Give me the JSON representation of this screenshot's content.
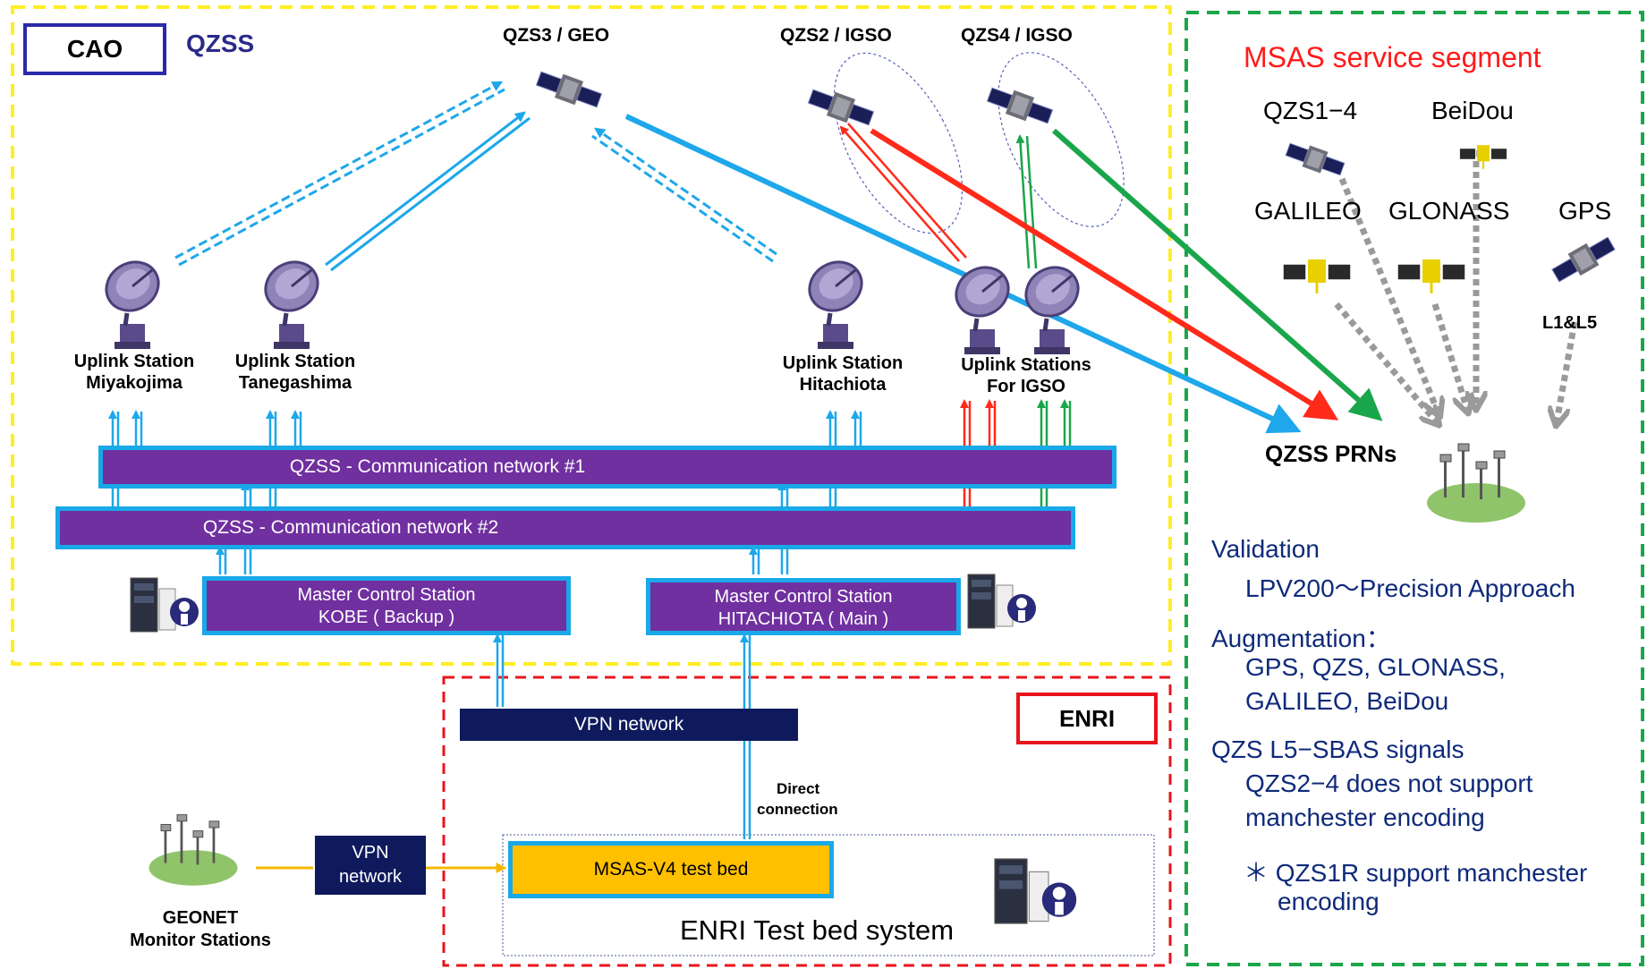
{
  "cao": {
    "org_label": "CAO",
    "system_label": "QZSS"
  },
  "satellites": {
    "qzs3": "QZS3 / GEO",
    "qzs2": "QZS2 / IGSO",
    "qzs4": "QZS4 / IGSO"
  },
  "uplinks": {
    "miyakojima": [
      "Uplink Station",
      "Miyakojima"
    ],
    "tanegashima": [
      "Uplink Station",
      "Tanegashima"
    ],
    "hitachiota": [
      "Uplink Station",
      "Hitachiota"
    ],
    "igso": [
      "Uplink Stations",
      "For IGSO"
    ]
  },
  "networks": {
    "net1": "QZSS - Communication network #1",
    "net2": "QZSS - Communication network #2"
  },
  "mcs": {
    "kobe": [
      "Master Control Station",
      "KOBE ( Backup )"
    ],
    "hitachiota": [
      "Master Control Station",
      "HITACHIOTA ( Main )"
    ]
  },
  "enri": {
    "org_label": "ENRI",
    "vpn_network": "VPN network",
    "direct_connection": [
      "Direct",
      "connection"
    ],
    "testbed": "MSAS-V4 test bed",
    "testbed_system": "ENRI Test bed system"
  },
  "geonet": {
    "vpn": [
      "VPN",
      "network"
    ],
    "label": [
      "GEONET",
      "Monitor Stations"
    ]
  },
  "msas": {
    "title": "MSAS service segment",
    "qzs14": "QZS1−4",
    "beidou": "BeiDou",
    "galileo": "GALILEO",
    "glonass": "GLONASS",
    "gps": "GPS",
    "l1l5": "L1&L5",
    "prns": "QZSS PRNs"
  },
  "notes": {
    "validation_title": "Validation",
    "validation_text": "LPV200～Precision Approach",
    "augmentation_title": "Augmentation：",
    "augmentation_lines": [
      "GPS, QZS, GLONASS,",
      "GALILEO, BeiDou"
    ],
    "l5_title": "QZS L5−SBAS signals",
    "l5_lines": [
      "QZS2−4 does not support",
      "manchester encoding"
    ],
    "qzs1r_lines": [
      "＊ QZS1R support manchester",
      "encoding"
    ]
  },
  "colors": {
    "cao_border": "#ffee22",
    "enri_border": "#e8141b",
    "msas_border": "#1aa64a",
    "network_fill": "#7030a0",
    "network_border": "#19a8e8",
    "link_blue": "#1ea7ea",
    "link_red": "#ff2a1a",
    "link_green": "#1aa64a",
    "testbed_fill": "#ffc000",
    "navy_fill": "#0e1a5c",
    "msas_title": "#ff1a1a",
    "note_text": "#0e2a7a"
  }
}
